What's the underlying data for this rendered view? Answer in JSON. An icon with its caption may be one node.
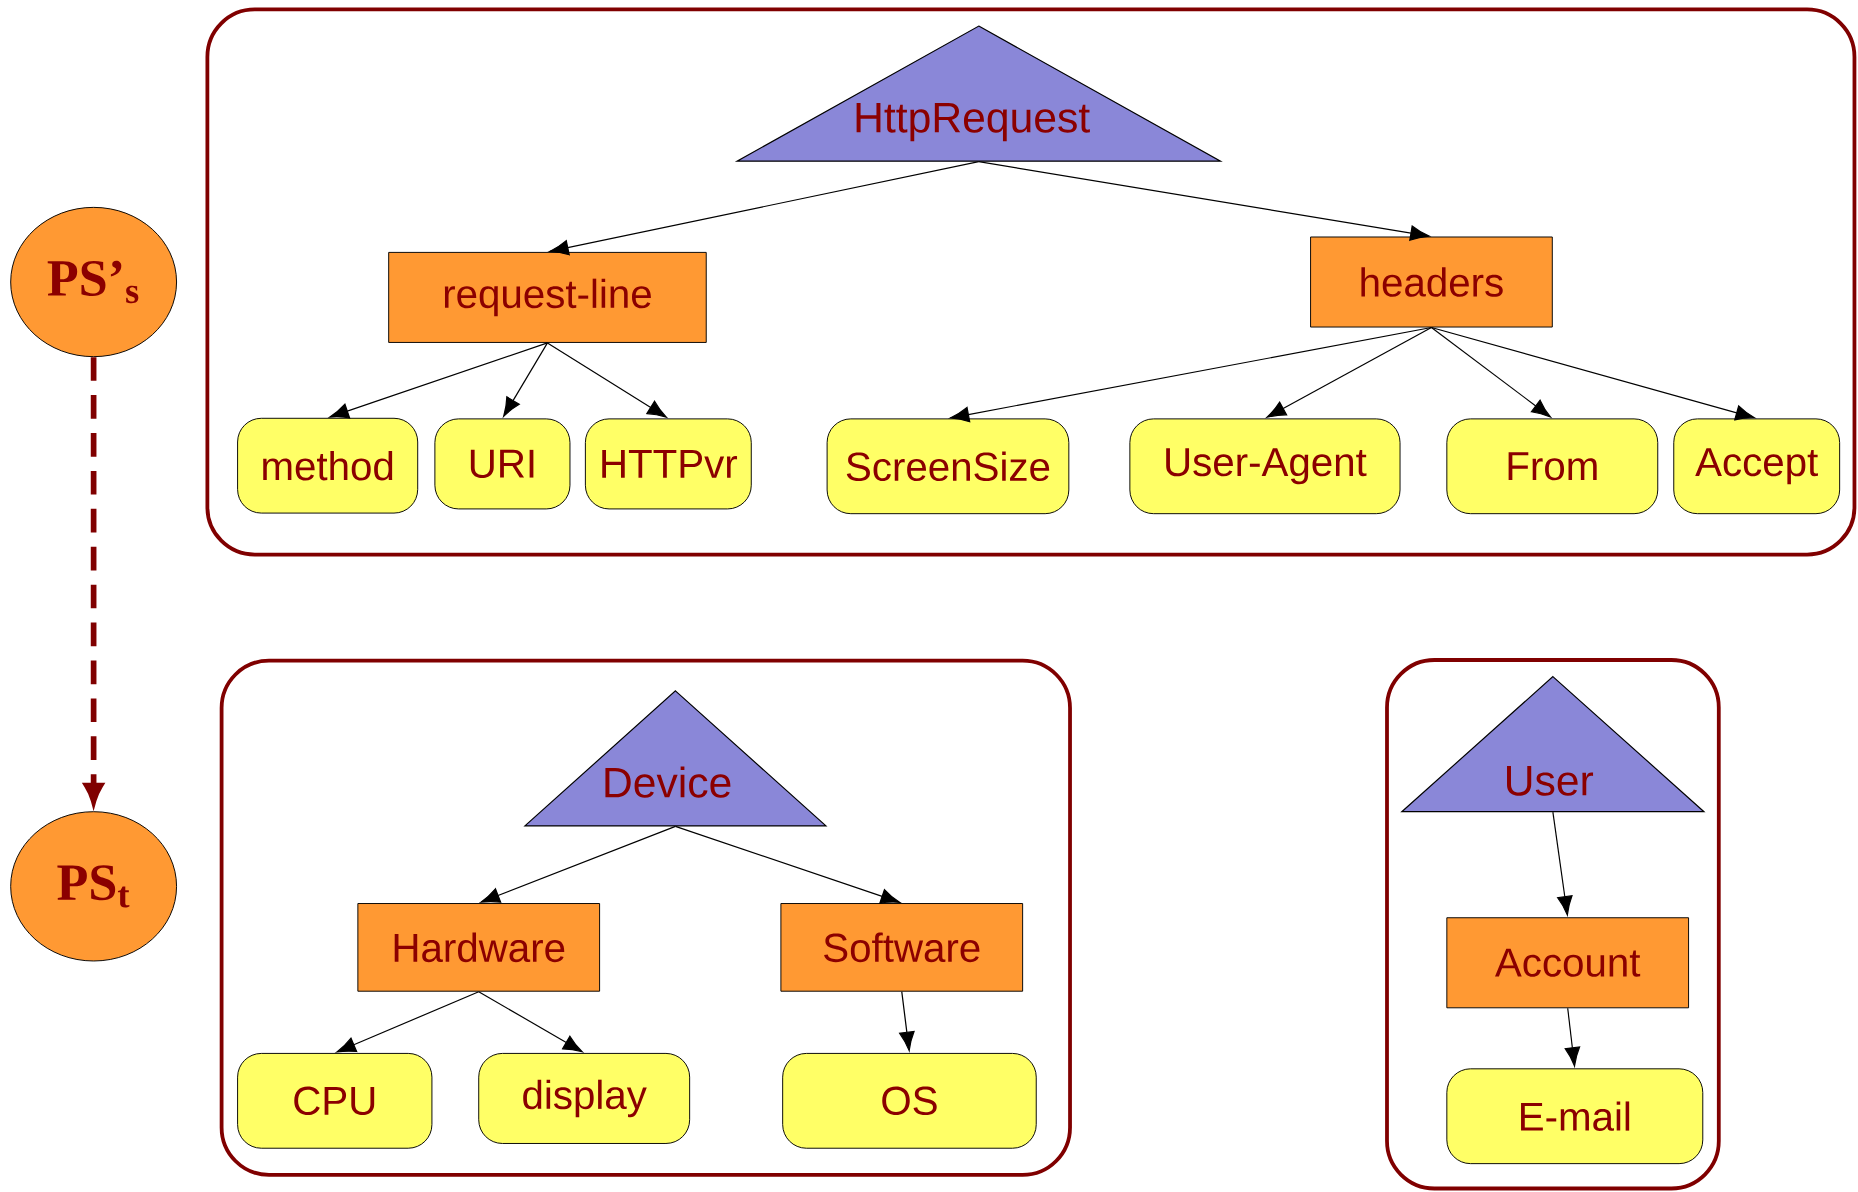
{
  "diagram": {
    "nodes": [
      {
        "text": [
          "PS’$_{s}$"
        ]
      },
      {
        "text": [
          "PS$_{t}$"
        ]
      },
      {
        "text": [],
        "shape": "box"
      },
      {
        "text": [
          "HttpRequest"
        ],
        "in": 2
      },
      {
        "text": [
          "request-line"
        ],
        "in": 2
      },
      {
        "text": [
          "headers"
        ],
        "in": 2
      },
      {
        "text": [
          "method"
        ],
        "in": 2
      },
      {
        "text": [
          "URI"
        ],
        "in": 2
      },
      {
        "text": [
          "HTTPvr"
        ],
        "in": 2
      },
      {
        "text": [
          "ScreenSize"
        ],
        "in": 2
      },
      {
        "text": [
          "User-Agent"
        ],
        "in": 2
      },
      {
        "text": [
          "From"
        ],
        "in": 2
      },
      {
        "text": [
          "Accept"
        ],
        "in": 2
      },
      {
        "text": [],
        "shape": "box"
      },
      {
        "text": [
          "Device"
        ],
        "in": 13
      },
      {
        "text": [
          "Hardware"
        ],
        "in": 13
      },
      {
        "text": [
          "Software"
        ],
        "in": 13
      },
      {
        "text": [
          "CPU"
        ],
        "in": 13
      },
      {
        "text": [
          "display"
        ],
        "in": 13
      },
      {
        "text": [
          "OS"
        ],
        "in": 13
      },
      {
        "text": [],
        "shape": "box"
      },
      {
        "text": [
          "User"
        ],
        "in": 20
      },
      {
        "text": [
          "Account"
        ],
        "in": 20
      },
      {
        "text": [
          "E-mail"
        ],
        "in": 20
      }
    ],
    "edges": [
      {
        "from": 0,
        "to": 1,
        "arrow": "to",
        "style": "dashed",
        "color": "#800000"
      },
      {
        "from": 3,
        "to": 4,
        "arrow": "to"
      },
      {
        "from": 3,
        "to": 5,
        "arrow": "to"
      },
      {
        "from": 4,
        "to": 6,
        "arrow": "to"
      },
      {
        "from": 4,
        "to": 7,
        "arrow": "to"
      },
      {
        "from": 4,
        "to": 8,
        "arrow": "to"
      },
      {
        "from": 5,
        "to": 9,
        "arrow": "to"
      },
      {
        "from": 5,
        "to": 10,
        "arrow": "to"
      },
      {
        "from": 5,
        "to": 11,
        "arrow": "to"
      },
      {
        "from": 5,
        "to": 12,
        "arrow": "to"
      },
      {
        "from": 14,
        "to": 15,
        "arrow": "to"
      },
      {
        "from": 14,
        "to": 16,
        "arrow": "to"
      },
      {
        "from": 15,
        "to": 17,
        "arrow": "to"
      },
      {
        "from": 15,
        "to": 18,
        "arrow": "to"
      },
      {
        "from": 16,
        "to": 19,
        "arrow": "to"
      },
      {
        "from": 21,
        "to": 22,
        "arrow": "to"
      },
      {
        "from": 22,
        "to": 23,
        "arrow": "to"
      }
    ]
  }
}
